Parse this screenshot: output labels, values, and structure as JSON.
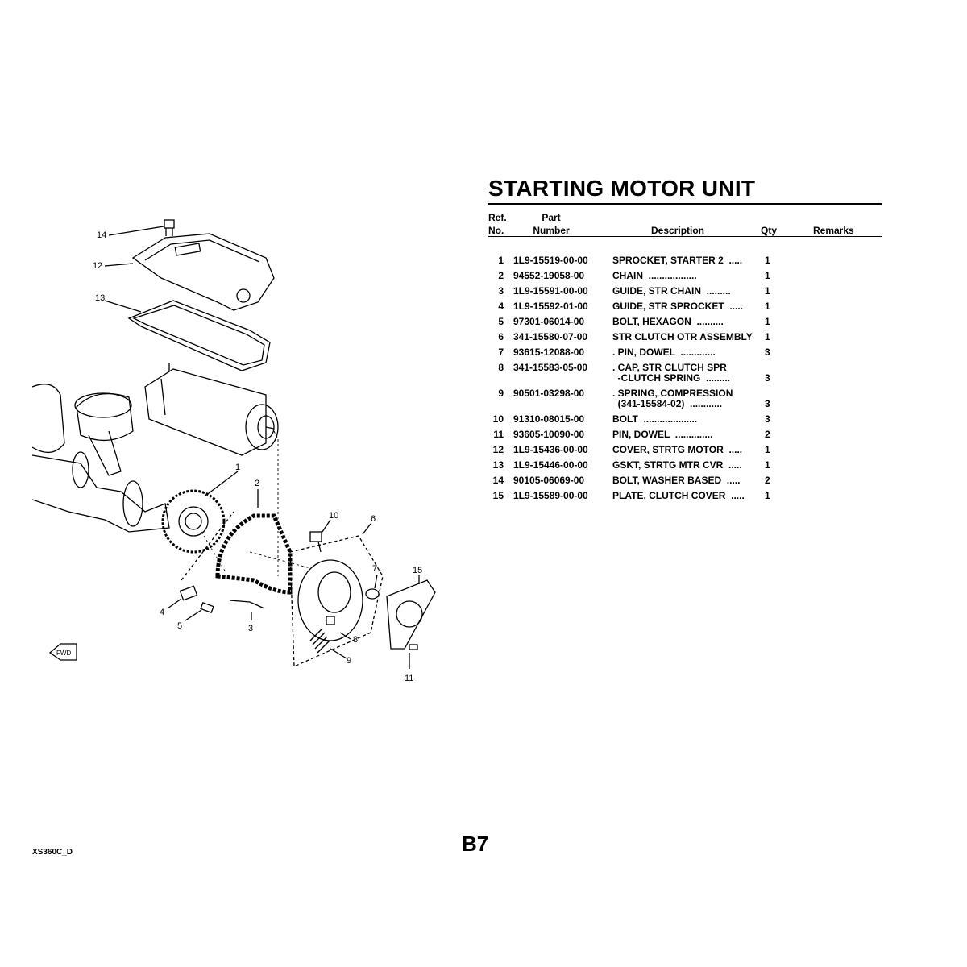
{
  "title": "STARTING MOTOR UNIT",
  "table_header": {
    "ref_line1": "Ref.",
    "ref_line2": "No.",
    "part_line1": "Part",
    "part_line2": "Number",
    "description": "Description",
    "qty": "Qty",
    "remarks": "Remarks"
  },
  "parts": [
    {
      "ref": "1",
      "number": "1L9-15519-00-00",
      "desc": "SPROCKET, STARTER 2  .....",
      "desc2": "",
      "qty": "1"
    },
    {
      "ref": "2",
      "number": "94552-19058-00",
      "desc": "CHAIN  ..................",
      "desc2": "",
      "qty": "1"
    },
    {
      "ref": "3",
      "number": "1L9-15591-00-00",
      "desc": "GUIDE, STR CHAIN  .........",
      "desc2": "",
      "qty": "1"
    },
    {
      "ref": "4",
      "number": "1L9-15592-01-00",
      "desc": "GUIDE, STR SPROCKET  .....",
      "desc2": "",
      "qty": "1"
    },
    {
      "ref": "5",
      "number": "97301-06014-00",
      "desc": "BOLT, HEXAGON  ..........",
      "desc2": "",
      "qty": "1"
    },
    {
      "ref": "6",
      "number": "341-15580-07-00",
      "desc": "STR CLUTCH OTR ASSEMBLY",
      "desc2": "",
      "qty": "1"
    },
    {
      "ref": "7",
      "number": "93615-12088-00",
      "desc": ". PIN, DOWEL  .............",
      "desc2": "",
      "qty": "3"
    },
    {
      "ref": "8",
      "number": "341-15583-05-00",
      "desc": ". CAP, STR CLUTCH SPR",
      "desc2": "  -CLUTCH SPRING  .........",
      "qty": "3"
    },
    {
      "ref": "9",
      "number": "90501-03298-00",
      "desc": ". SPRING, COMPRESSION",
      "desc2": "  (341-15584-02)  ............",
      "qty": "3"
    },
    {
      "ref": "10",
      "number": "91310-08015-00",
      "desc": "BOLT  ....................",
      "desc2": "",
      "qty": "3"
    },
    {
      "ref": "11",
      "number": "93605-10090-00",
      "desc": "PIN, DOWEL  ..............",
      "desc2": "",
      "qty": "2"
    },
    {
      "ref": "12",
      "number": "1L9-15436-00-00",
      "desc": "COVER, STRTG MOTOR  .....",
      "desc2": "",
      "qty": "1"
    },
    {
      "ref": "13",
      "number": "1L9-15446-00-00",
      "desc": "GSKT, STRTG MTR CVR  .....",
      "desc2": "",
      "qty": "1"
    },
    {
      "ref": "14",
      "number": "90105-06069-00",
      "desc": "BOLT, WASHER BASED  .....",
      "desc2": "",
      "qty": "2"
    },
    {
      "ref": "15",
      "number": "1L9-15589-00-00",
      "desc": "PLATE, CLUTCH COVER  .....",
      "desc2": "",
      "qty": "1"
    }
  ],
  "diagram": {
    "callouts": [
      "1",
      "2",
      "3",
      "4",
      "5",
      "6",
      "7",
      "8",
      "9",
      "10",
      "11",
      "12",
      "13",
      "14",
      "15"
    ],
    "fwd_label": "FWD"
  },
  "footer": {
    "model_code": "XS360C_D",
    "page": "B7"
  }
}
